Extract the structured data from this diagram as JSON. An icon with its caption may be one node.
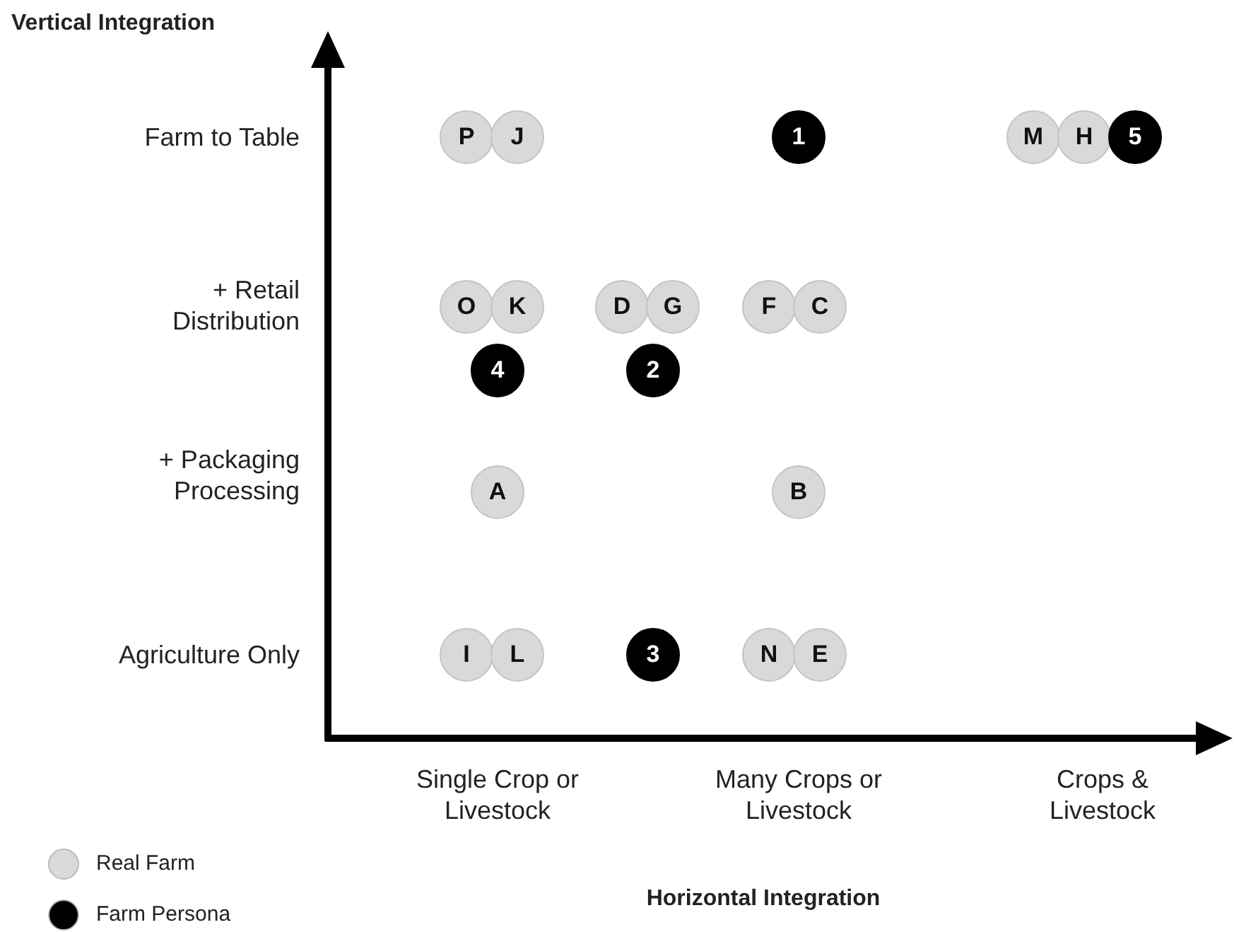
{
  "diagram": {
    "nodes": [
      {
        "text": [
          "P"
        ]
      },
      {
        "text": [
          "J"
        ]
      },
      {
        "text": [
          "1"
        ]
      },
      {
        "text": [
          "M"
        ]
      },
      {
        "text": [
          "H"
        ]
      },
      {
        "text": [
          "5"
        ]
      },
      {
        "text": [
          "O"
        ]
      },
      {
        "text": [
          "K"
        ]
      },
      {
        "text": [
          "D"
        ]
      },
      {
        "text": [
          "G"
        ]
      },
      {
        "text": [
          "F"
        ]
      },
      {
        "text": [
          "C"
        ]
      },
      {
        "text": [
          "4"
        ]
      },
      {
        "text": [
          "2"
        ]
      },
      {
        "text": [
          "A"
        ]
      },
      {
        "text": [
          "B"
        ]
      },
      {
        "text": [
          "I"
        ]
      },
      {
        "text": [
          "L"
        ]
      },
      {
        "text": [
          "3"
        ]
      },
      {
        "text": [
          "N"
        ]
      },
      {
        "text": [
          "E"
        ]
      }
    ],
    "edges": [],
    "labels": [
      "Vertical Integration",
      "Farm to Table",
      "+ Retail Distribution",
      "+ Packaging Processing",
      "Agriculture Only",
      "Single Crop or Livestock",
      "Many Crops or Livestock",
      "Crops & Livestock",
      "Horizontal Integration"
    ],
    "legend": [
      {
        "text": "Real Farm",
        "color": "#d9d9d9"
      },
      {
        "text": "Farm Persona",
        "color": "#000000"
      }
    ]
  }
}
